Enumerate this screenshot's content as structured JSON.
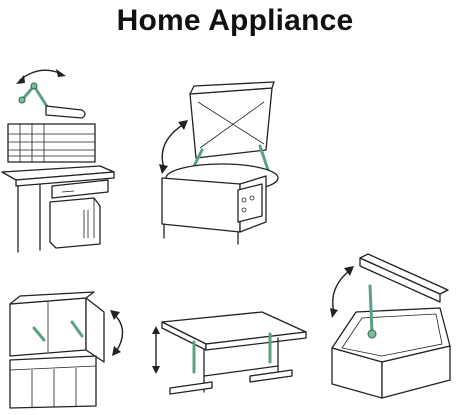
{
  "header": {
    "title": "Home Appliance"
  },
  "illustrations": [
    {
      "id": "workbench-lamp",
      "icon": "workbench-lamp-icon"
    },
    {
      "id": "lift-lid-cabinet",
      "icon": "lift-lid-cabinet-icon"
    },
    {
      "id": "cupboard-door",
      "icon": "cupboard-door-icon"
    },
    {
      "id": "lift-table",
      "icon": "lift-table-icon"
    },
    {
      "id": "storage-box-lid",
      "icon": "storage-box-lid-icon"
    }
  ],
  "colors": {
    "accent": "#7fb89c",
    "line": "#222222",
    "background": "#ffffff"
  }
}
